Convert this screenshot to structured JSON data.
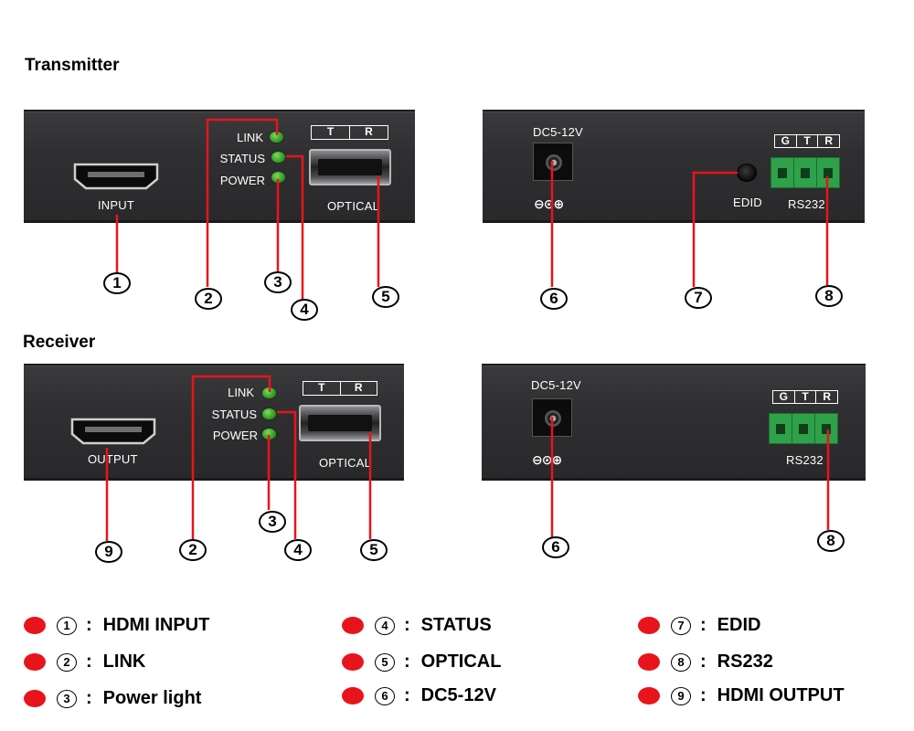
{
  "sections": {
    "transmitter": "Transmitter",
    "receiver": "Receiver"
  },
  "front": {
    "input_label": "INPUT",
    "output_label": "OUTPUT",
    "led_link": "LINK",
    "led_status": "STATUS",
    "led_power": "POWER",
    "port_t": "T",
    "port_r": "R",
    "optical_label": "OPTICAL"
  },
  "rear": {
    "dc_label": "DC5-12V",
    "polarity": "⊖⊙⊕",
    "edid_label": "EDID",
    "terminal_g": "G",
    "terminal_t": "T",
    "terminal_r": "R",
    "rs232_label": "RS232"
  },
  "callouts": {
    "c1": "1",
    "c2": "2",
    "c3": "3",
    "c4": "4",
    "c5": "5",
    "c6": "6",
    "c7": "7",
    "c8": "8",
    "c9": "9"
  },
  "legend": {
    "sep": ":",
    "items": [
      {
        "num": "1",
        "text": "HDMI INPUT"
      },
      {
        "num": "2",
        "text": "LINK"
      },
      {
        "num": "3",
        "text": "Power light"
      },
      {
        "num": "4",
        "text": "STATUS"
      },
      {
        "num": "5",
        "text": "OPTICAL"
      },
      {
        "num": "6",
        "text": "DC5-12V"
      },
      {
        "num": "7",
        "text": "EDID"
      },
      {
        "num": "8",
        "text": "RS232"
      },
      {
        "num": "9",
        "text": "HDMI OUTPUT"
      }
    ]
  },
  "colors": {
    "leader": "#e8141b",
    "panel": "#2f2f31",
    "led": "#3fae2d",
    "terminal": "#2fa14a"
  }
}
